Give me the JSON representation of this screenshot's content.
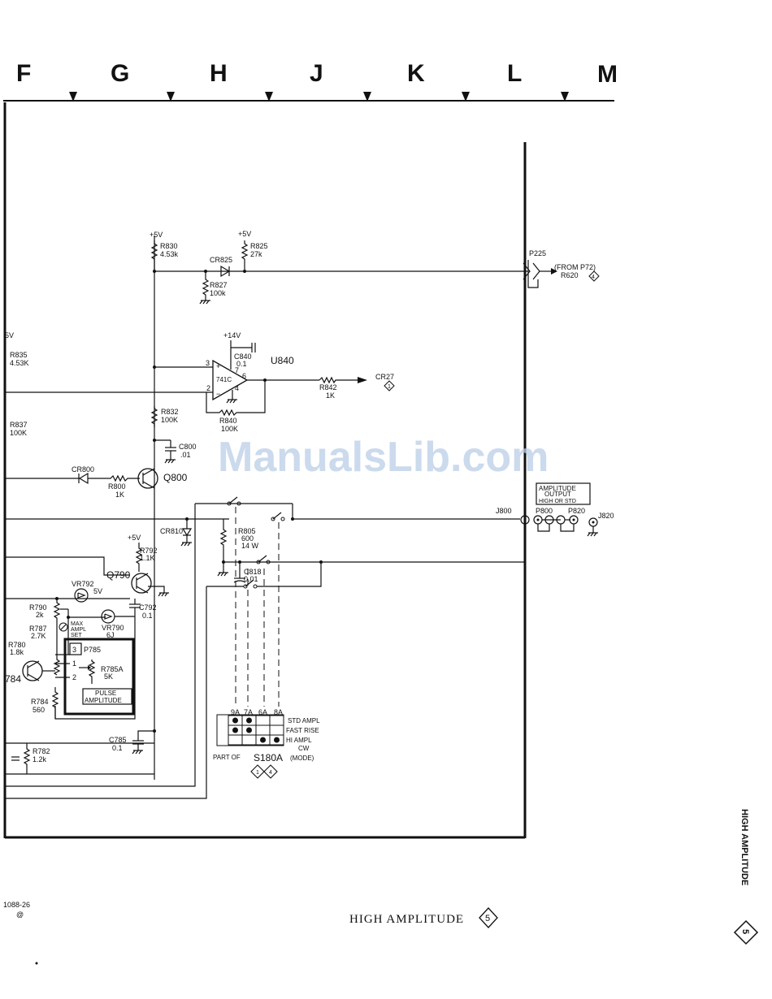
{
  "grid_columns": [
    "F",
    "G",
    "H",
    "J",
    "K",
    "L",
    "M"
  ],
  "components": {
    "R830": {
      "ref": "R830",
      "value": "4.53k"
    },
    "R825": {
      "ref": "R825",
      "value": "27k"
    },
    "CR825": {
      "ref": "CR825"
    },
    "R827": {
      "ref": "R827",
      "value": "100k"
    },
    "R835": {
      "ref": "R835",
      "value": "4.53K"
    },
    "R837": {
      "ref": "R837",
      "value": "100K"
    },
    "U840": {
      "ref": "U840",
      "type": "741C"
    },
    "C840": {
      "ref": "C840",
      "value": "0.1"
    },
    "R842": {
      "ref": "R842",
      "value": "1K"
    },
    "R840": {
      "ref": "R840",
      "value": "100K"
    },
    "R832": {
      "ref": "R832",
      "value": "100K"
    },
    "C800": {
      "ref": "C800",
      "value": ".01"
    },
    "CR800": {
      "ref": "CR800"
    },
    "R800": {
      "ref": "R800",
      "value": "1K"
    },
    "Q800": {
      "ref": "Q800"
    },
    "CR810": {
      "ref": "CR810"
    },
    "R805": {
      "ref": "R805",
      "value": "600",
      "power": "14 W"
    },
    "C818": {
      "ref": "C818",
      "value": "0.01"
    },
    "Q790": {
      "ref": "Q790"
    },
    "R792": {
      "ref": "R792",
      "value": "1.1K"
    },
    "VR792": {
      "ref": "VR792",
      "value": "5V"
    },
    "C792": {
      "ref": "C792",
      "value": "0.1"
    },
    "R790": {
      "ref": "R790",
      "value": "2k"
    },
    "VR790": {
      "ref": "VR790",
      "value": "6J"
    },
    "R787": {
      "ref": "R787",
      "value": "2.7K"
    },
    "R780": {
      "ref": "R780",
      "value": "1.8k"
    },
    "P785": {
      "ref": "P785"
    },
    "R785A": {
      "ref": "R785A",
      "value": "5K"
    },
    "R784": {
      "ref": "R784",
      "value": "560"
    },
    "C785": {
      "ref": "C785",
      "value": "0.1"
    },
    "R782": {
      "ref": "R782",
      "value": "1.2k"
    },
    "Q784_partial": {
      "ref": "784"
    },
    "P225": {
      "ref": "P225"
    },
    "J800": {
      "ref": "J800"
    },
    "P800": {
      "ref": "P800"
    },
    "P820": {
      "ref": "P820"
    },
    "J820": {
      "ref": "J820"
    }
  },
  "rails": {
    "plus5v": "+5V",
    "plus14v": "+14V",
    "partial_5v": "5V"
  },
  "pins": {
    "u840_in_plus": "3",
    "u840_in_minus": "2",
    "u840_v": "7",
    "u840_out": "6",
    "u840_gnd": "4",
    "p785_p3": "3",
    "p785_p1": "1",
    "p785_p2": "2"
  },
  "notes": {
    "from_p72": "(FROM P72)",
    "r620": "R620",
    "r620_ref": "4",
    "cr27": "CR27",
    "cr27_ref": "1",
    "max_ampl_1": "MAX",
    "max_ampl_2": "AMPL",
    "max_ampl_3": "SET",
    "pulse_amplitude_1": "PULSE",
    "pulse_amplitude_2": "AMPLITUDE",
    "amplitude_output_1": "AMPLITUDE",
    "amplitude_output_2": "OUTPUT",
    "amplitude_output_3": "HIGH OR STD"
  },
  "switch_chart": {
    "columns": [
      "9A",
      "7A",
      "6A",
      "8A"
    ],
    "modes": [
      "STD AMPL",
      "FAST RISE",
      "HI AMPL",
      "CW"
    ],
    "closed": [
      [
        1,
        1,
        0,
        0
      ],
      [
        1,
        1,
        0,
        0
      ],
      [
        0,
        0,
        1,
        1
      ]
    ],
    "caption_prefix": "PART OF",
    "switch_ref": "S180A",
    "switch_suffix": "(MODE)",
    "diagram_ref_a": "1",
    "diagram_ref_b": "4"
  },
  "watermark": "ManualsLib.com",
  "footer": {
    "drawing_number": "1088-26",
    "at_mark": "@",
    "title": "HIGH AMPLITUDE",
    "diagram_number": "5"
  },
  "side_tab": {
    "label": "HIGH AMPLITUDE",
    "number": "5"
  }
}
